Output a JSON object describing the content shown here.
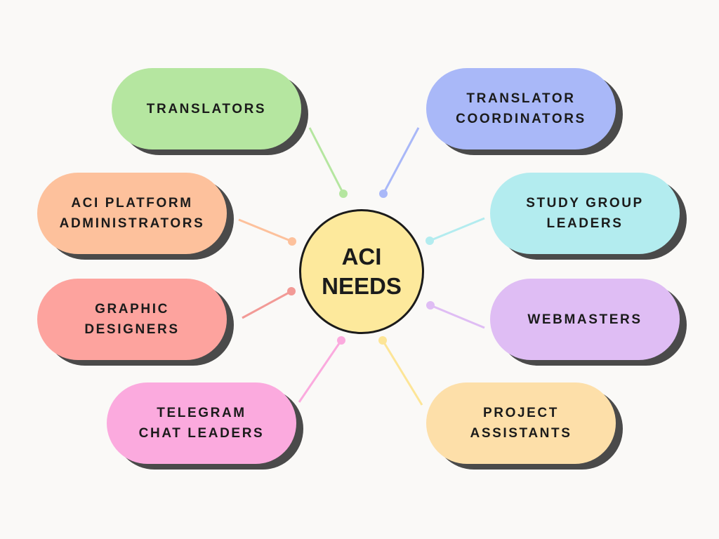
{
  "center": {
    "label": "ACI\nNEEDS",
    "color": "#fde99c"
  },
  "nodes": [
    {
      "id": "translators",
      "label": "TRANSLATORS",
      "color": "#b5e6a0"
    },
    {
      "id": "translator-coordinators",
      "label": "TRANSLATOR\nCOORDINATORS",
      "color": "#a9b8f8"
    },
    {
      "id": "aci-platform-administrators",
      "label": "ACI PLATFORM\nADMINISTRATORS",
      "color": "#fdc19c"
    },
    {
      "id": "study-group-leaders",
      "label": "STUDY GROUP\nLEADERS",
      "color": "#b3ecef"
    },
    {
      "id": "graphic-designers",
      "label": "GRAPHIC\nDESIGNERS",
      "color": "#fda39e"
    },
    {
      "id": "webmasters",
      "label": "WEBMASTERS",
      "color": "#dfbdf4"
    },
    {
      "id": "telegram-chat-leaders",
      "label": "TELEGRAM\nCHAT LEADERS",
      "color": "#fbaade"
    },
    {
      "id": "project-assistants",
      "label": "PROJECT\nASSISTANTS",
      "color": "#fddfa9"
    }
  ]
}
